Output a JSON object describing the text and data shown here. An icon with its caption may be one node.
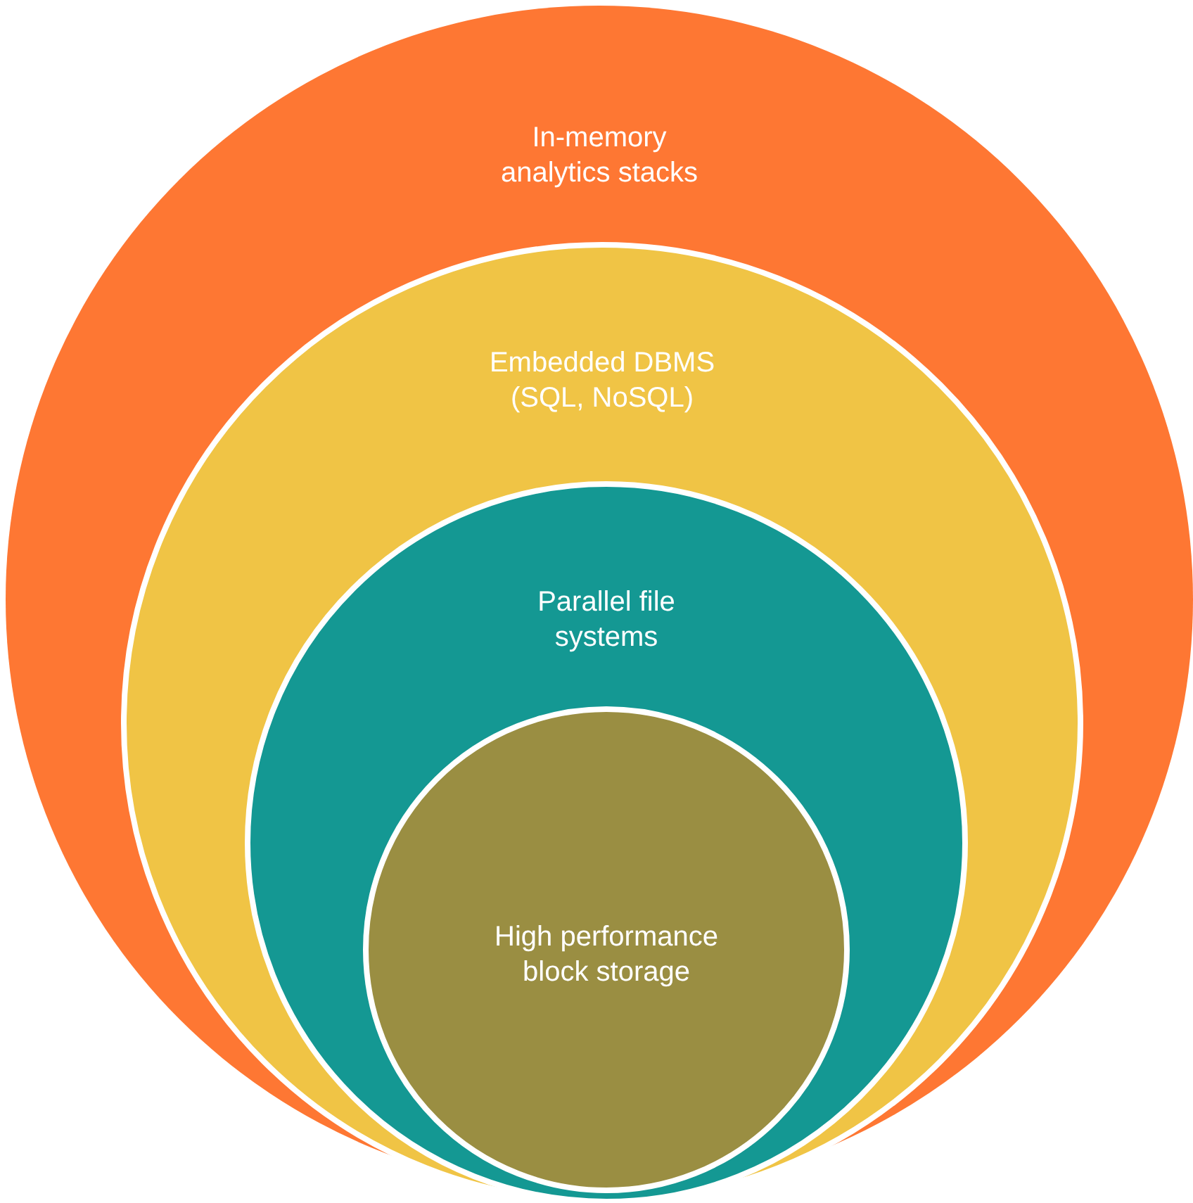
{
  "diagram": {
    "nodes": [
      {
        "text": [
          "In-memory analytics stacks"
        ]
      },
      {
        "text": [
          "Embedded DBMS (SQL, NoSQL)"
        ],
        "in": 0
      },
      {
        "text": [
          "Parallel file systems"
        ],
        "in": 1
      },
      {
        "text": [
          "High performance block storage"
        ],
        "in": 2
      }
    ]
  }
}
